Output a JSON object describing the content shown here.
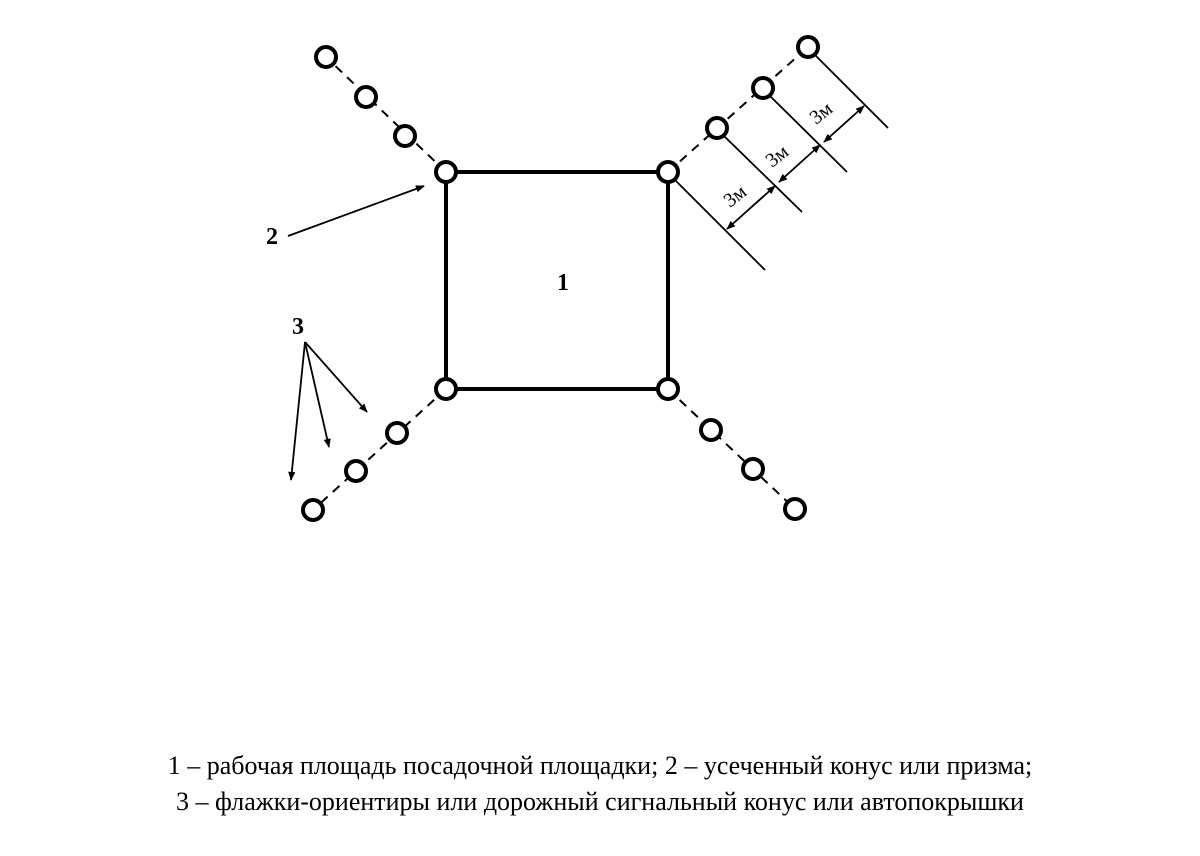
{
  "labels": {
    "area": "1",
    "cone": "2",
    "flags": "3"
  },
  "dimensions": [
    "3м",
    "3м",
    "3м"
  ],
  "caption": {
    "line1": "1 – рабочая площадь посадочной площадки; 2 – усеченный конус или призма;",
    "line2": "3 – флажки-ориентиры или дорожный сигнальный конус или автопокрышки"
  }
}
